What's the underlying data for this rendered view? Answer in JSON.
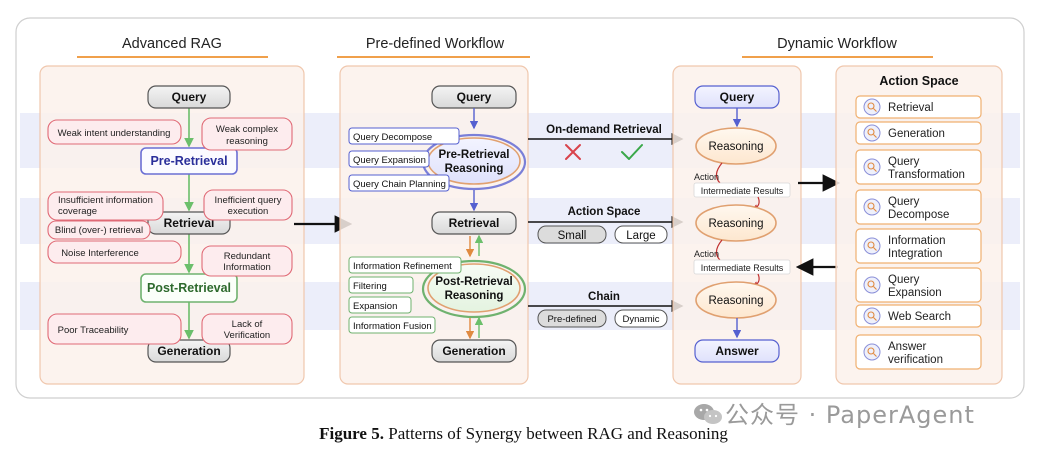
{
  "sections": {
    "advanced_rag": "Advanced RAG",
    "predefined_workflow": "Pre-defined Workflow",
    "dynamic_workflow": "Dynamic Workflow",
    "action_space": "Action Space"
  },
  "advanced_rag": {
    "query": "Query",
    "pre_retrieval": "Pre-Retrieval",
    "retrieval": "Retrieval",
    "post_retrieval": "Post-Retrieval",
    "generation": "Generation",
    "issues": {
      "weak_intent": "Weak intent understanding",
      "weak_complex_1": "Weak complex",
      "weak_complex_2": "reasoning",
      "insufficient_1": "Insufficient information",
      "insufficient_2": "coverage",
      "inefficient_1": "Inefficient query",
      "inefficient_2": "execution",
      "blind": "Blind (over-) retrieval",
      "noise": "Noise Interference",
      "redundant_1": "Redundant",
      "redundant_2": "Information",
      "poor_trace": "Poor Traceability",
      "lack_1": "Lack of",
      "lack_2": "Verification"
    }
  },
  "predefined": {
    "query": "Query",
    "pre_retrieval_1": "Pre-Retrieval",
    "pre_retrieval_2": "Reasoning",
    "retrieval": "Retrieval",
    "post_retrieval_1": "Post-Retrieval",
    "post_retrieval_2": "Reasoning",
    "generation": "Generation",
    "pre_ops": [
      "Query Decompose",
      "Query Expansion",
      "Query Chain Planning"
    ],
    "post_ops": [
      "Information Refinement",
      "Filtering",
      "Expansion",
      "Information Fusion"
    ]
  },
  "middle": {
    "on_demand": "On-demand Retrieval",
    "action_space": "Action Space",
    "small": "Small",
    "large": "Large",
    "chain": "Chain",
    "predefined": "Pre-defined",
    "dynamic": "Dynamic"
  },
  "dynamic": {
    "query": "Query",
    "reasoning": "Reasoning",
    "action": "Action",
    "intermediate": "Intermediate Results",
    "answer": "Answer"
  },
  "action_items": [
    {
      "line1": "Retrieval",
      "line2": ""
    },
    {
      "line1": "Generation",
      "line2": ""
    },
    {
      "line1": "Query",
      "line2": "Transformation"
    },
    {
      "line1": "Query",
      "line2": "Decompose"
    },
    {
      "line1": "Information",
      "line2": "Integration"
    },
    {
      "line1": "Query",
      "line2": "Expansion"
    },
    {
      "line1": "Web Search",
      "line2": ""
    },
    {
      "line1": "Answer",
      "line2": "verification"
    }
  ],
  "caption": {
    "label": "Figure 5.",
    "text": "Patterns of Synergy between RAG and Reasoning"
  },
  "watermark": "公众号 · PaperAgent",
  "colors": {
    "band": "#eceefa",
    "panel": "#fbf1eb",
    "panel_border": "#f0c7ad",
    "issue_border": "#e06a76",
    "issue_fill": "#fdecee",
    "pre_retrieval_border": "#6b6fd4",
    "post_retrieval_border": "#6fb26f",
    "reason_border": "#e0a070",
    "arrow_green": "#6bbf6b",
    "arrow_blue": "#5560d0",
    "cross": "#d9434b",
    "check": "#3aa84a"
  }
}
